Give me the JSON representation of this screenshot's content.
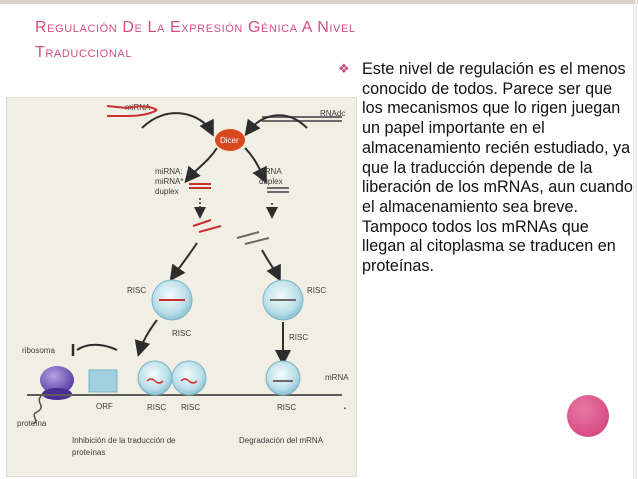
{
  "slide": {
    "title_line1": "Regulación De La Expresión Génica A Nivel",
    "title_line2": "Traduccional",
    "bullet_icon": "diamond-bullet-icon",
    "bullet_text": "Este nivel de regulación es el menos conocido de todos. Parece ser que los mecanismos que lo rigen juegan un papel importante en el almacenamiento recién estudiado, ya que la traducción depende de la liberación de los mRNAs, aun cuando el almacenamiento sea breve. Tampoco todos los mRNAs que llegan al citoplasma se traducen en proteínas.",
    "dot": ".",
    "accent_color": "#d24f82"
  },
  "figure": {
    "labels": {
      "mirna": "miRNA",
      "rnadc": "RNAdc",
      "dicer": "Dicer",
      "mirna_duplex_1": "miRNA:",
      "mirna_duplex_2": "miRNA*",
      "mirna_duplex_3": "duplex",
      "sirna_1": "siRNA",
      "sirna_2": "duplex",
      "risc_left": "RISC",
      "risc_right": "RISC",
      "risc_mid_left": "RISC",
      "risc_mid_right": "RISC",
      "ribosoma": "ribosoma",
      "orf": "ORF",
      "risc_bottom_1": "RISC",
      "risc_bottom_2": "RISC",
      "risc_bottom_3": "RISC",
      "mrna": "mRNA",
      "proteina": "proteína",
      "caption_left_1": "Inhibición de la traducción de",
      "caption_left_2": "proteínas",
      "caption_right": "Degradación del mRNA"
    }
  }
}
